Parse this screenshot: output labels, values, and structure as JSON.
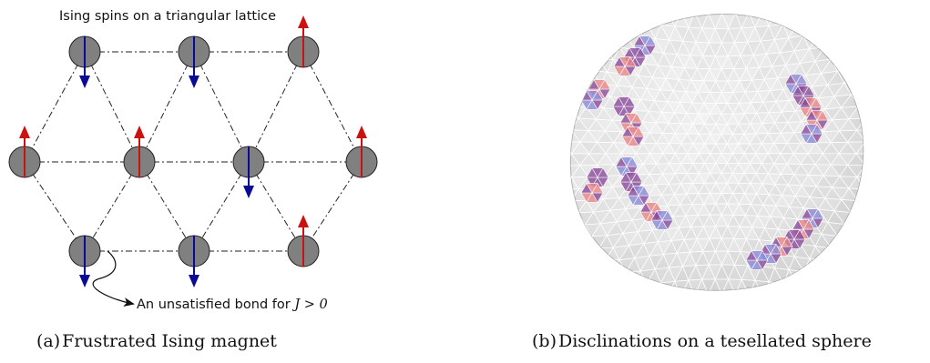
{
  "panel_a": {
    "title": "Ising spins on a triangular lattice",
    "annotation_prefix": "An unsatisfied bond for ",
    "annotation_math": "J > 0",
    "colors": {
      "up": "#cc1111",
      "down": "#0a0a96",
      "site": "#808080"
    },
    "spins": [
      "down",
      "down",
      "up",
      "up",
      "up",
      "down",
      "up",
      "down",
      "down",
      "up"
    ]
  },
  "panel_b": {
    "colors": {
      "sphere": "#e4e4e4",
      "red_patch": "#e88484",
      "blue_patch": "#8a8ad8",
      "purple_patch": "#8a4a9a"
    }
  },
  "captions": {
    "a_tag": "(a)",
    "a_text": "Frustrated Ising magnet",
    "b_tag": "(b)",
    "b_text": "Disclinations on a tesellated sphere"
  }
}
